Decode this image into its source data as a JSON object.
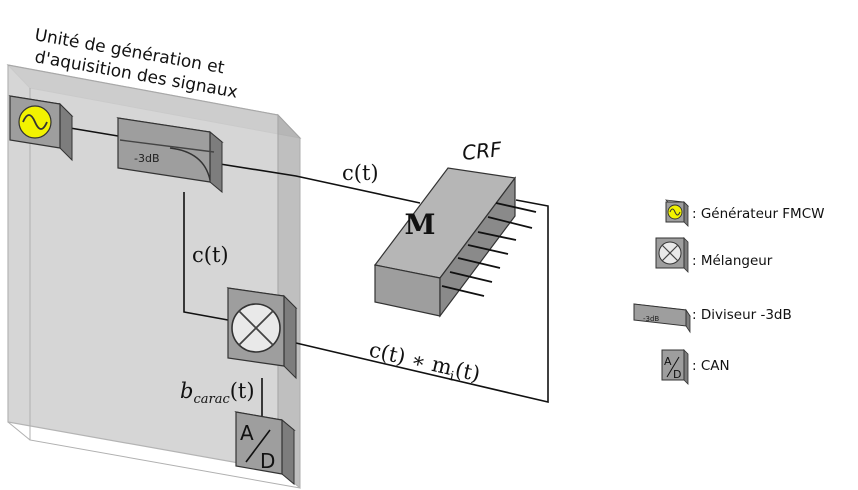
{
  "unit": {
    "title_line1": "Unité de génération et",
    "title_line2": "d'aquisition des signaux"
  },
  "splitter_label": "-3dB",
  "crf": {
    "title": "CRF",
    "center_letter": "M"
  },
  "signals": {
    "ct_top": "c(t)",
    "ct_vertical": "c(t)",
    "bcarac_main": "b",
    "bcarac_sub": "carac",
    "bcarac_tail": "(t)",
    "mix_main": "c(t) ∗ m",
    "mix_sub": "i",
    "mix_tail": "(t)"
  },
  "adc_label_a": "A",
  "adc_label_d": "D",
  "legend": {
    "generator": ": Générateur FMCW",
    "mixer": ": Mélangeur",
    "splitter": ": Diviseur -3dB",
    "splitter_icon_text": "-3dB",
    "adc": ": CAN",
    "adc_icon_a": "A",
    "adc_icon_d": "D"
  },
  "colors": {
    "box_fill": "#cfcfcf",
    "box_face": "#bdbdbd",
    "component": "#9e9e9e",
    "component_dark": "#7d7d7d",
    "generator_yellow": "#f2f200",
    "wire": "#111111"
  }
}
